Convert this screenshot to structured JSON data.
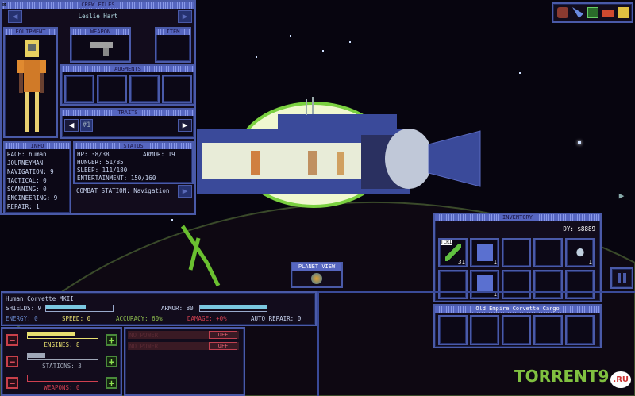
{
  "crew_files": {
    "title": "CREW FILES",
    "name": "Leslie Hart",
    "equipment": "EQUIPMENT",
    "weapon": "WEAPON",
    "item": "ITEM",
    "augments": "AUGMENTS",
    "traits": "TRAITS",
    "trait_badge": "#1",
    "info": {
      "title": "INFO",
      "lines": [
        "RACE: human",
        "JOURNEYMAN",
        "NAVIGATION: 9",
        "TACTICAL: 0",
        "SCANNING: 0",
        "ENGINEERING: 9",
        "REPAIR: 1"
      ]
    },
    "status": {
      "title": "STATUS",
      "hp": "HP: 38/38",
      "armor": "ARMOR: 19",
      "hunger": "HUNGER: 51/85",
      "sleep": "SLEEP: 111/180",
      "entertainment": "ENTERTAINMENT: 150/160"
    },
    "combat_station": "COMBAT STATION: Navigation"
  },
  "top_icons": [
    "cargo-icon",
    "ship-icon",
    "computer-icon",
    "station-icon",
    "journal-icon"
  ],
  "planet_view": {
    "label": "PLANET VIEW"
  },
  "ship": {
    "name": "Human Corvette MKII",
    "shields": "SHIELDS: 9",
    "shields_fill": 0.6,
    "armor": "ARMOR: 80",
    "armor_fill": 1.0,
    "energy": "ENERGY: 0",
    "speed": "SPEED: 0",
    "accuracy": "ACCURACY: 60%",
    "damage": "DAMAGE: +0%",
    "auto_repair": "AUTO REPAIR: 0"
  },
  "power": [
    {
      "label": "ENGINES: 8",
      "fill": 0.67,
      "color": "#e8e070"
    },
    {
      "label": "STATIONS: 3",
      "fill": 0.25,
      "color": "#a0a8b8"
    },
    {
      "label": "WEAPONS: 0",
      "fill": 0,
      "color": "#d04050"
    }
  ],
  "weapons_power": [
    {
      "label": "NO POWER",
      "state": "OFF"
    },
    {
      "label": "NO POWER",
      "state": "OFF"
    }
  ],
  "inventory": {
    "title": "INVENTORY",
    "currency": "DY: $8889",
    "items": [
      {
        "icon": "energy-cell-icon",
        "count": "31",
        "tag": "TCRI"
      },
      {
        "icon": "pants-icon",
        "count": "1"
      },
      null,
      null,
      {
        "icon": "shield-orb-icon",
        "count": "1"
      },
      null,
      {
        "icon": "shirt-icon",
        "count": "1"
      },
      null,
      null,
      null
    ]
  },
  "cargo": {
    "title": "Old Empire Corvette Cargo"
  },
  "watermark": "TORRENT9",
  "watermark_suffix": ".RU"
}
